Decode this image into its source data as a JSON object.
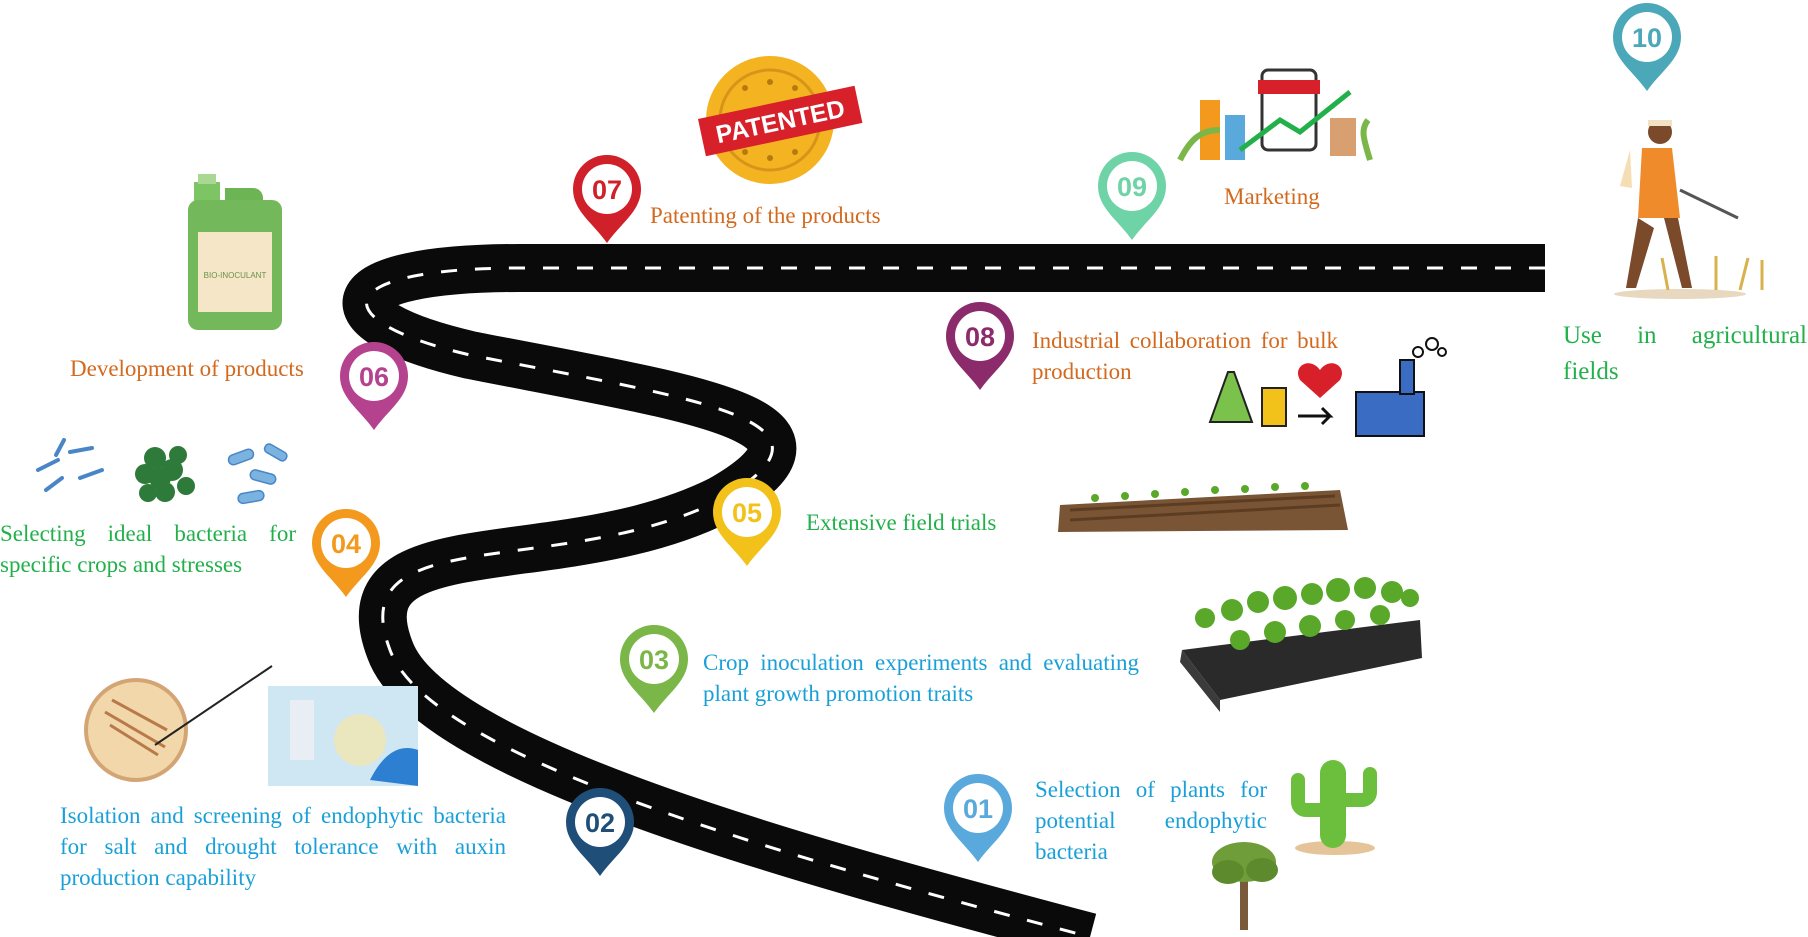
{
  "steps": [
    {
      "number": "01",
      "text": "Selection of plants for potential endophytic bacteria",
      "color": "#5aa9dc",
      "text_color": "#1aa0d8"
    },
    {
      "number": "02",
      "text": "Isolation and screening of endophytic bacteria for salt and drought tolerance with auxin production capability",
      "color": "#1f4e79",
      "text_color": "#1aa0d8"
    },
    {
      "number": "03",
      "text": "Crop inoculation experiments and evaluating plant growth promotion traits",
      "color": "#7ab648",
      "text_color": "#1aa0d8"
    },
    {
      "number": "04",
      "text": "Selecting ideal bacteria for specific crops and stresses",
      "color": "#f39a1e",
      "text_color": "#22b04b"
    },
    {
      "number": "05",
      "text": "Extensive field trials",
      "color": "#f2c21b",
      "text_color": "#22b04b"
    },
    {
      "number": "06",
      "text": "Development of products",
      "color": "#b5428f",
      "text_color": "#d2691e"
    },
    {
      "number": "07",
      "text": "Patenting of the products",
      "color": "#d0202a",
      "text_color": "#d2691e"
    },
    {
      "number": "08",
      "text": "Industrial collaboration for bulk production",
      "color": "#8b2b6b",
      "text_color": "#d2691e"
    },
    {
      "number": "09",
      "text": "Marketing",
      "color": "#6fd3a8",
      "text_color": "#d2691e"
    },
    {
      "number": "10",
      "text": "Use in agricultural fields",
      "color": "#4aa8b8",
      "text_color": "#22b04b"
    }
  ],
  "graphics": {
    "canister_label": "BIO-INOCULANT",
    "stamp_label": "PATENTED"
  },
  "colors": {
    "road": "#0a0a0a",
    "road_dash": "#ffffff"
  }
}
